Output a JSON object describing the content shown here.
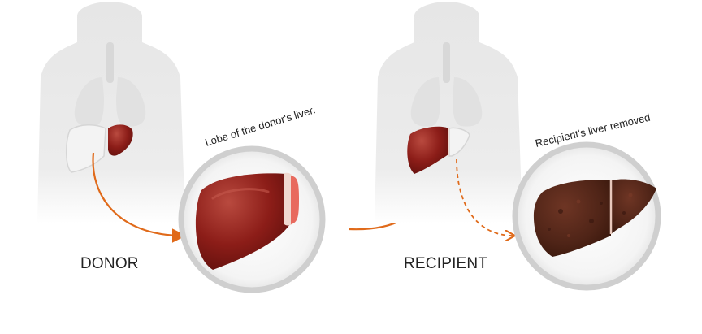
{
  "labels": {
    "donor": "DONOR",
    "recipient": "RECIPIENT",
    "donor_callout": "Lobe of the donor's liver.",
    "recipient_callout": "Recipient's liver removed"
  },
  "colors": {
    "body_silhouette": "#e9e9e9",
    "organ_outline": "#d6d6d6",
    "liver_healthy": "#8c1d18",
    "liver_highlight": "#b94a3f",
    "liver_diseased": "#4f2417",
    "cut_surface": "#e86a5e",
    "arrow": "#e06a1a",
    "ring": "#cfcfcf"
  },
  "icons": {
    "donor_figure": "human-torso-icon",
    "recipient_figure": "human-torso-icon",
    "liver_segment": "liver-lobe-icon",
    "removed_liver": "diseased-liver-icon"
  }
}
